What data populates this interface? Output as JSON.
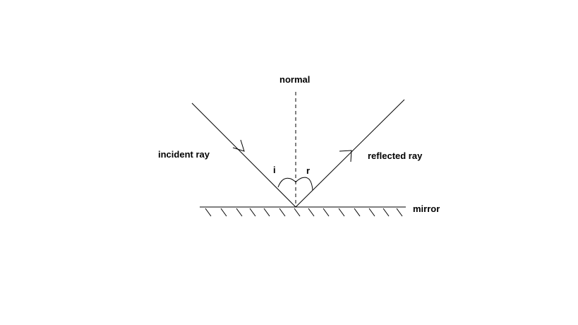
{
  "labels": {
    "normal": "normal",
    "incident_ray": "incident ray",
    "reflected_ray": "reflected ray",
    "mirror": "mirror",
    "angle_i": "i",
    "angle_r": "r"
  },
  "colors": {
    "stroke": "#000000",
    "background": "#ffffff"
  }
}
